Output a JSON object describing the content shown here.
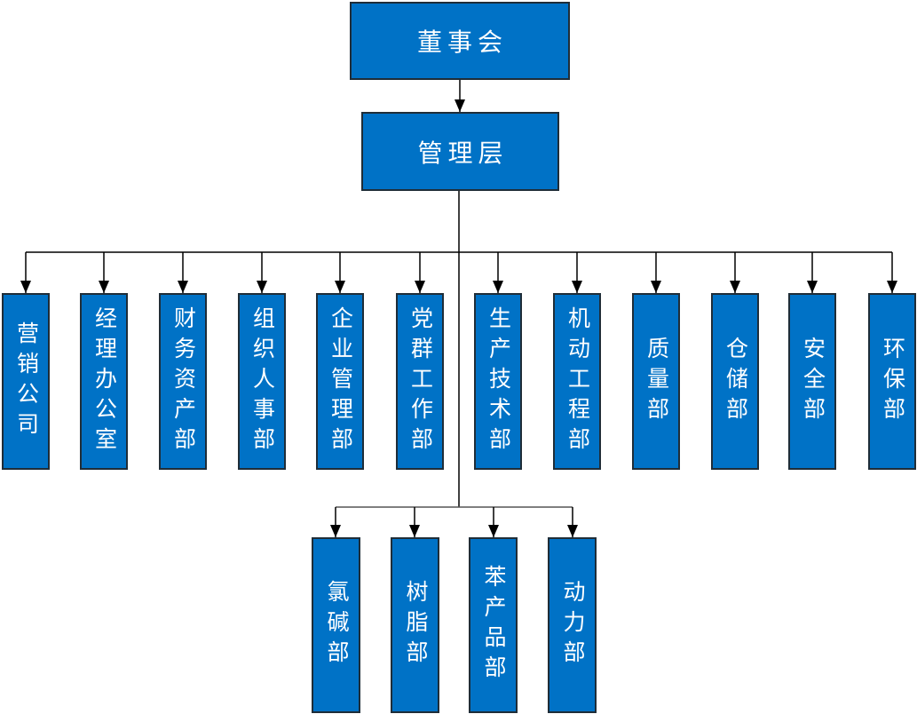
{
  "org": {
    "board": {
      "label": "董事会"
    },
    "management": {
      "label": "管理层"
    },
    "departments": [
      {
        "label": "营销公司"
      },
      {
        "label": "经理办公室"
      },
      {
        "label": "财务资产部"
      },
      {
        "label": "组织人事部"
      },
      {
        "label": "企业管理部"
      },
      {
        "label": "党群工作部"
      },
      {
        "label": "生产技术部"
      },
      {
        "label": "机动工程部"
      },
      {
        "label": "质量部"
      },
      {
        "label": "仓储部"
      },
      {
        "label": "安全部"
      },
      {
        "label": "环保部"
      }
    ],
    "production_units": [
      {
        "label": "氯碱部"
      },
      {
        "label": "树脂部"
      },
      {
        "label": "苯产品部"
      },
      {
        "label": "动力部"
      }
    ],
    "colors": {
      "box_fill": "#0072C6",
      "box_border": "#1F2D38",
      "box_text": "#FFFFFF",
      "connector_line": "#000000"
    }
  }
}
